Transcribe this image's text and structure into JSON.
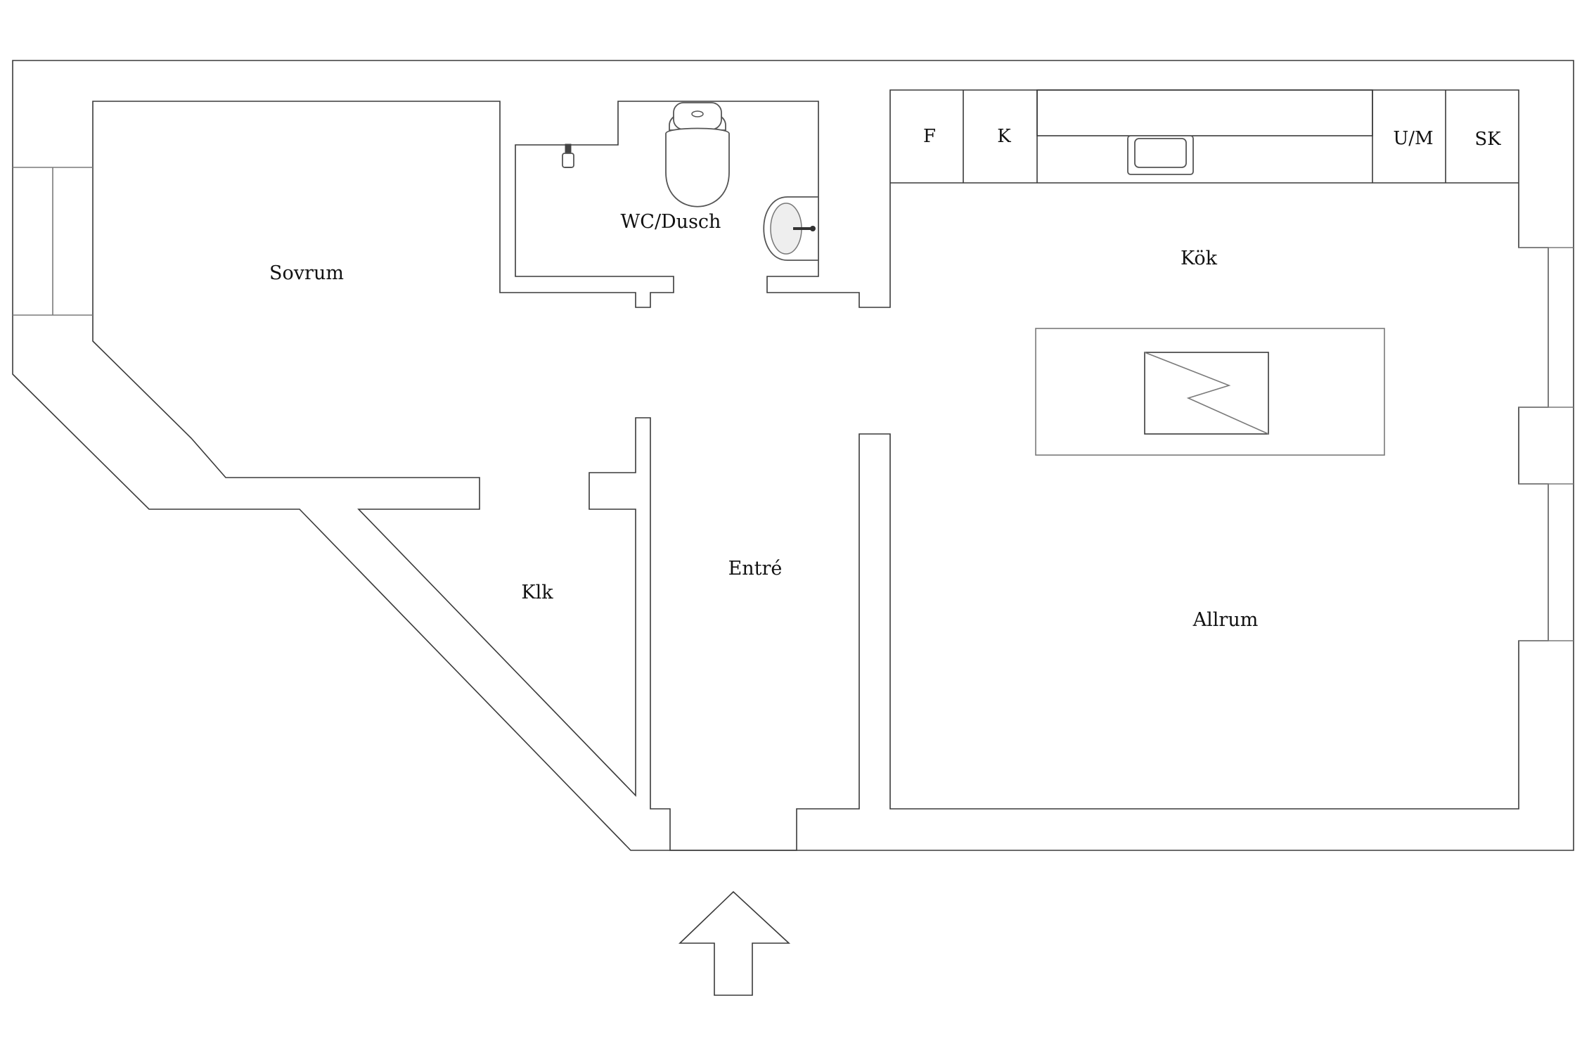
{
  "rooms": {
    "sovrum": "Sovrum",
    "wc_dusch": "WC/Dusch",
    "kok": "Kök",
    "klk": "Klk",
    "entre": "Entré",
    "allrum": "Allrum"
  },
  "kitchen_units": {
    "fridge": "F",
    "freezer": "K",
    "oven_micro": "U/M",
    "cabinet": "SK"
  },
  "colors": {
    "walls": "#3a3a3a",
    "fixtures": "#555555",
    "background": "#ffffff"
  },
  "icons": {
    "entrance": "entrance-arrow-icon",
    "toilet": "toilet-icon",
    "sink": "sink-icon",
    "shower": "shower-head-icon",
    "hob": "induction-hob-icon",
    "kitchen_sink": "kitchen-sink-icon"
  }
}
